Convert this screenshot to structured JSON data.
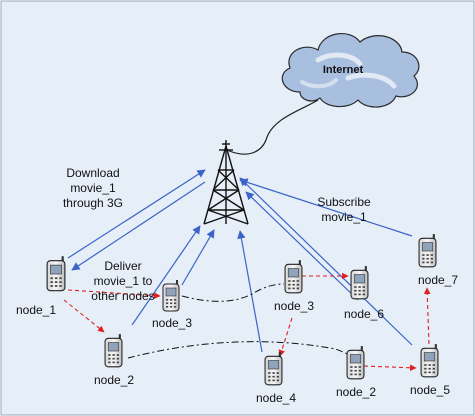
{
  "cloud": {
    "label": "Internet"
  },
  "annotations": {
    "download": [
      "Download",
      "movie_1",
      "through 3G"
    ],
    "deliver": [
      "Deliver",
      "movie_1 to",
      "other nodes"
    ],
    "subscribe": [
      "Subscribe",
      "movie_1"
    ]
  },
  "nodes": {
    "n1": "node_1",
    "n2": "node_2",
    "n3a": "node_3",
    "n3b": "node_3",
    "n4": "node_4",
    "n2b": "node_2",
    "n5": "node_5",
    "n6": "node_6",
    "n7": "node_7"
  },
  "colors": {
    "background": "#e6eef8",
    "uplink": "#3a64c8",
    "p2p": "#e02020",
    "cloud_fill": "#a9bfdf",
    "tower": "#111111"
  }
}
